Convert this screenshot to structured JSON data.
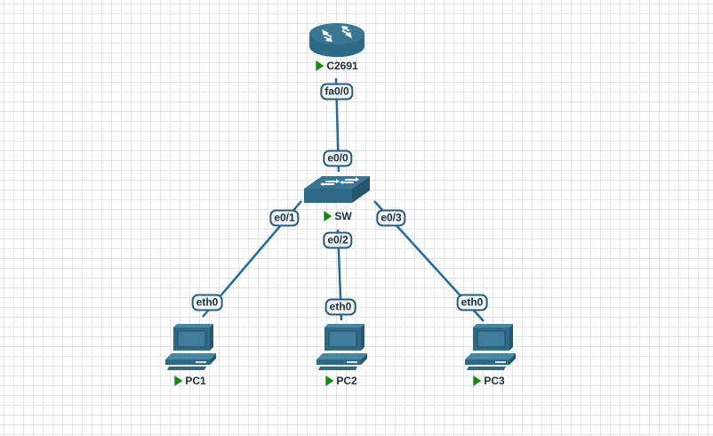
{
  "topology": {
    "nodes": [
      {
        "id": "router",
        "name": "C2691",
        "type": "router",
        "icon": "router-icon",
        "status": "running",
        "status_icon": "play-icon"
      },
      {
        "id": "switch",
        "name": "SW",
        "type": "switch",
        "icon": "switch-icon",
        "status": "running",
        "status_icon": "play-icon"
      },
      {
        "id": "pc1",
        "name": "PC1",
        "type": "pc",
        "icon": "pc-icon",
        "status": "running",
        "status_icon": "play-icon"
      },
      {
        "id": "pc2",
        "name": "PC2",
        "type": "pc",
        "icon": "pc-icon",
        "status": "running",
        "status_icon": "play-icon"
      },
      {
        "id": "pc3",
        "name": "PC3",
        "type": "pc",
        "icon": "pc-icon",
        "status": "running",
        "status_icon": "play-icon"
      }
    ],
    "links": [
      {
        "from": "C2691",
        "from_port": "fa0/0",
        "to": "SW",
        "to_port": "e0/0"
      },
      {
        "from": "SW",
        "from_port": "e0/1",
        "to": "PC1",
        "to_port": "eth0"
      },
      {
        "from": "SW",
        "from_port": "e0/2",
        "to": "PC2",
        "to_port": "eth0"
      },
      {
        "from": "SW",
        "from_port": "e0/3",
        "to": "PC3",
        "to_port": "eth0"
      }
    ]
  },
  "colors": {
    "link": "#1f6aa5",
    "device": "#2e6985",
    "status_running": "#148a14",
    "grid": "#e4e4e4"
  }
}
